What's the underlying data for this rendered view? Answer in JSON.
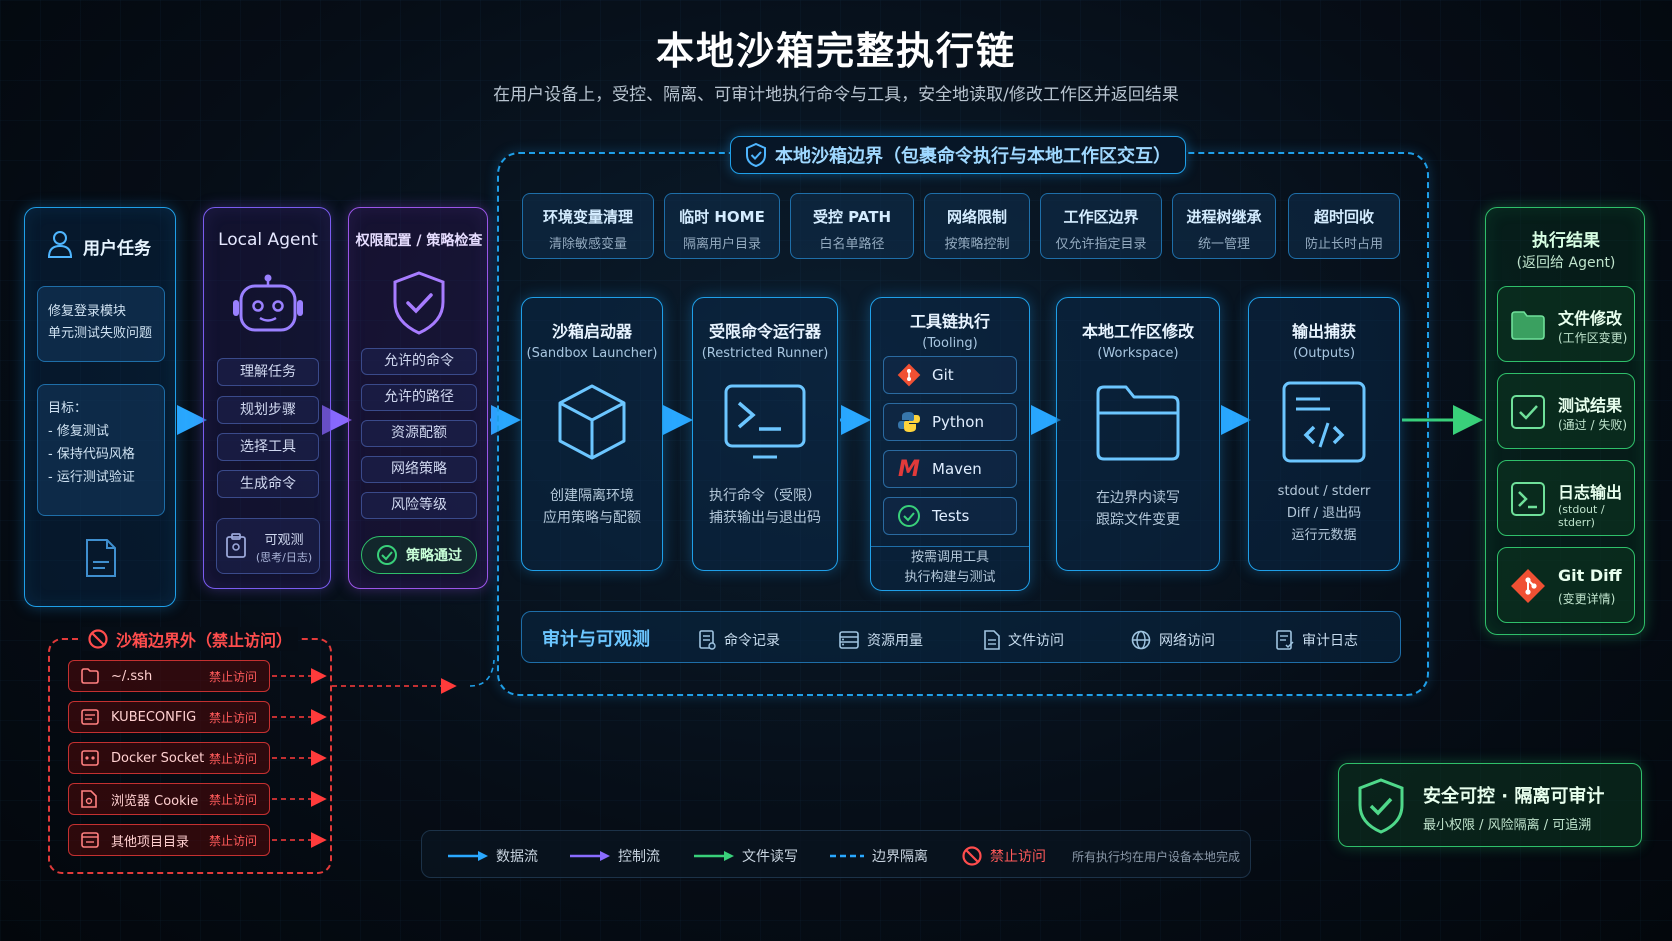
{
  "title": "本地沙箱完整执行链",
  "subtitle": "在用户设备上，受控、隔离、可审计地执行命令与工具，安全地读取/修改工作区并返回结果",
  "user_task": {
    "title": "用户任务",
    "task": "修复登录模块\n单元测试失败问题",
    "goals": "目标：\n- 修复测试\n- 保持代码风格\n- 运行测试验证"
  },
  "agent": {
    "title": "Local Agent",
    "steps": [
      "理解任务",
      "规划步骤",
      "选择工具",
      "生成命令"
    ],
    "observable": "可观测",
    "observable_sub": "(思考/日志)"
  },
  "policy": {
    "title": "权限配置 / 策略检查",
    "items": [
      "允许的命令",
      "允许的路径",
      "资源配额",
      "网络策略",
      "风险等级"
    ],
    "pass": "策略通过"
  },
  "boundary": {
    "label": "本地沙箱边界（包裹命令执行与本地工作区交互）"
  },
  "tags": [
    {
      "t1": "环境变量清理",
      "t2": "清除敏感变量"
    },
    {
      "t1": "临时 HOME",
      "t2": "隔离用户目录"
    },
    {
      "t1": "受控 PATH",
      "t2": "白名单路径"
    },
    {
      "t1": "网络限制",
      "t2": "按策略控制"
    },
    {
      "t1": "工作区边界",
      "t2": "仅允许指定目录"
    },
    {
      "t1": "进程树继承",
      "t2": "统一管理"
    },
    {
      "t1": "超时回收",
      "t2": "防止长时占用"
    }
  ],
  "stages": {
    "launcher": {
      "h1": "沙箱启动器",
      "h2": "(Sandbox Launcher)",
      "d": "创建隔离环境\n应用策略与配额"
    },
    "runner": {
      "h1": "受限命令运行器",
      "h2": "(Restricted Runner)",
      "d": "执行命令（受限）\n捕获输出与退出码"
    },
    "tooling": {
      "h1": "工具链执行",
      "h2": "(Tooling)",
      "tools": [
        "Git",
        "Python",
        "Maven",
        "Tests"
      ],
      "d": "按需调用工具\n执行构建与测试"
    },
    "workspace": {
      "h1": "本地工作区修改",
      "h2": "(Workspace)",
      "d": "在边界内读写\n跟踪文件变更"
    },
    "outputs": {
      "h1": "输出捕获",
      "h2": "(Outputs)",
      "d": "stdout / stderr\nDiff / 退出码\n运行元数据"
    }
  },
  "audit": {
    "title": "审计与可观测",
    "items": [
      "命令记录",
      "资源用量",
      "文件访问",
      "网络访问",
      "审计日志"
    ]
  },
  "forbidden": {
    "title": "沙箱边界外（禁止访问）",
    "badge": "禁止访问",
    "items": [
      "~/.ssh",
      "KUBECONFIG",
      "Docker Socket",
      "浏览器 Cookie",
      "其他项目目录"
    ]
  },
  "results": {
    "title": "执行结果",
    "subtitle": "(返回给 Agent)",
    "items": [
      {
        "l1": "文件修改",
        "l2": "(工作区变更)",
        "icon": "folder-icon"
      },
      {
        "l1": "测试结果",
        "l2": "(通过 / 失败)",
        "icon": "check-icon"
      },
      {
        "l1": "日志输出",
        "l2": "(stdout / stderr)",
        "icon": "terminal-icon"
      },
      {
        "l1": "Git Diff",
        "l2": "(变更详情)",
        "icon": "git-icon"
      }
    ]
  },
  "secure": {
    "title": "安全可控 · 隔离可审计",
    "sub": "最小权限 / 风险隔离 / 可追溯"
  },
  "legend": {
    "items": [
      "数据流",
      "控制流",
      "文件读写",
      "边界隔离",
      "禁止访问"
    ],
    "note": "所有执行均在用户设备本地完成"
  },
  "colors": {
    "cyan": "#1f9fe8",
    "purple": "#7a5cf0",
    "green": "#2fbf6a",
    "red": "#e23a3a"
  }
}
